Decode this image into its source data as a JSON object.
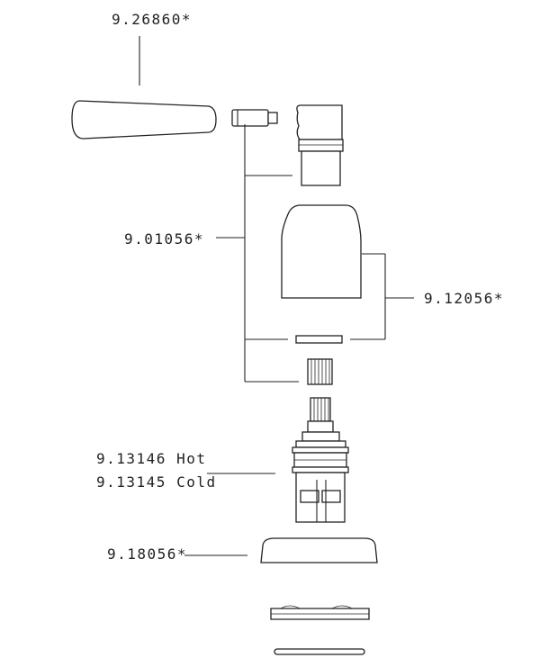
{
  "labels": {
    "handle": "9.26860*",
    "adapter_parts": "9.01056*",
    "cover": "9.12056*",
    "cartridge_hot": "9.13146 Hot",
    "cartridge_cold": "9.13145 Cold",
    "flange": "9.18056*"
  },
  "colors": {
    "ink": "#222222",
    "background": "#ffffff"
  }
}
